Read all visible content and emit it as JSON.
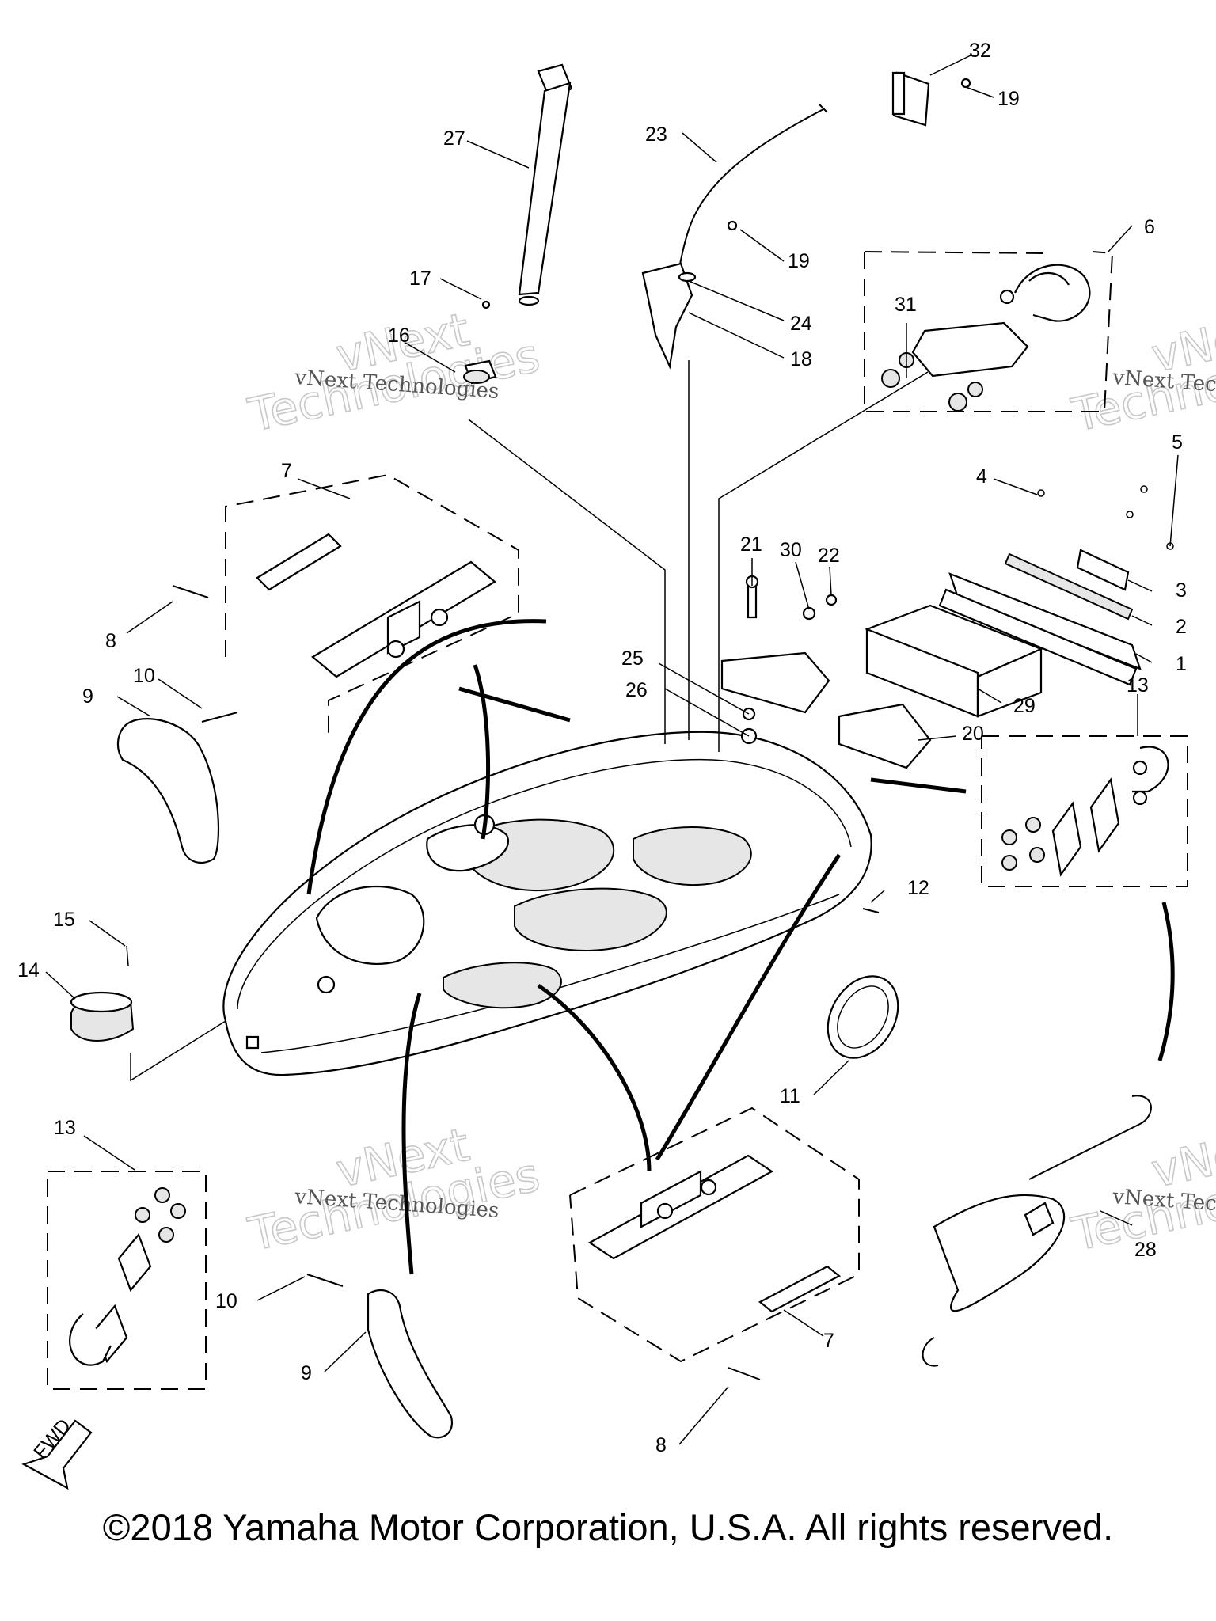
{
  "watermark": {
    "company_small": "vNext Technologies",
    "company_big_1": "vNext",
    "company_big_2": "Technologies"
  },
  "fwd_label": "FWD",
  "copyright": "©2018 Yamaha Motor Corporation, U.S.A. All rights reserved.",
  "callouts": {
    "c1": "1",
    "c2": "2",
    "c3": "3",
    "c4": "4",
    "c5": "5",
    "c6": "6",
    "c7a": "7",
    "c7b": "7",
    "c8a": "8",
    "c8b": "8",
    "c9a": "9",
    "c9b": "9",
    "c10a": "10",
    "c10b": "10",
    "c11": "11",
    "c12": "12",
    "c13a": "13",
    "c13b": "13",
    "c14": "14",
    "c15": "15",
    "c16": "16",
    "c17": "17",
    "c18": "18",
    "c19a": "19",
    "c19b": "19",
    "c20": "20",
    "c21": "21",
    "c22": "22",
    "c23": "23",
    "c24": "24",
    "c25": "25",
    "c26": "26",
    "c27": "27",
    "c28": "28",
    "c29": "29",
    "c30": "30",
    "c31": "31",
    "c32": "32"
  }
}
